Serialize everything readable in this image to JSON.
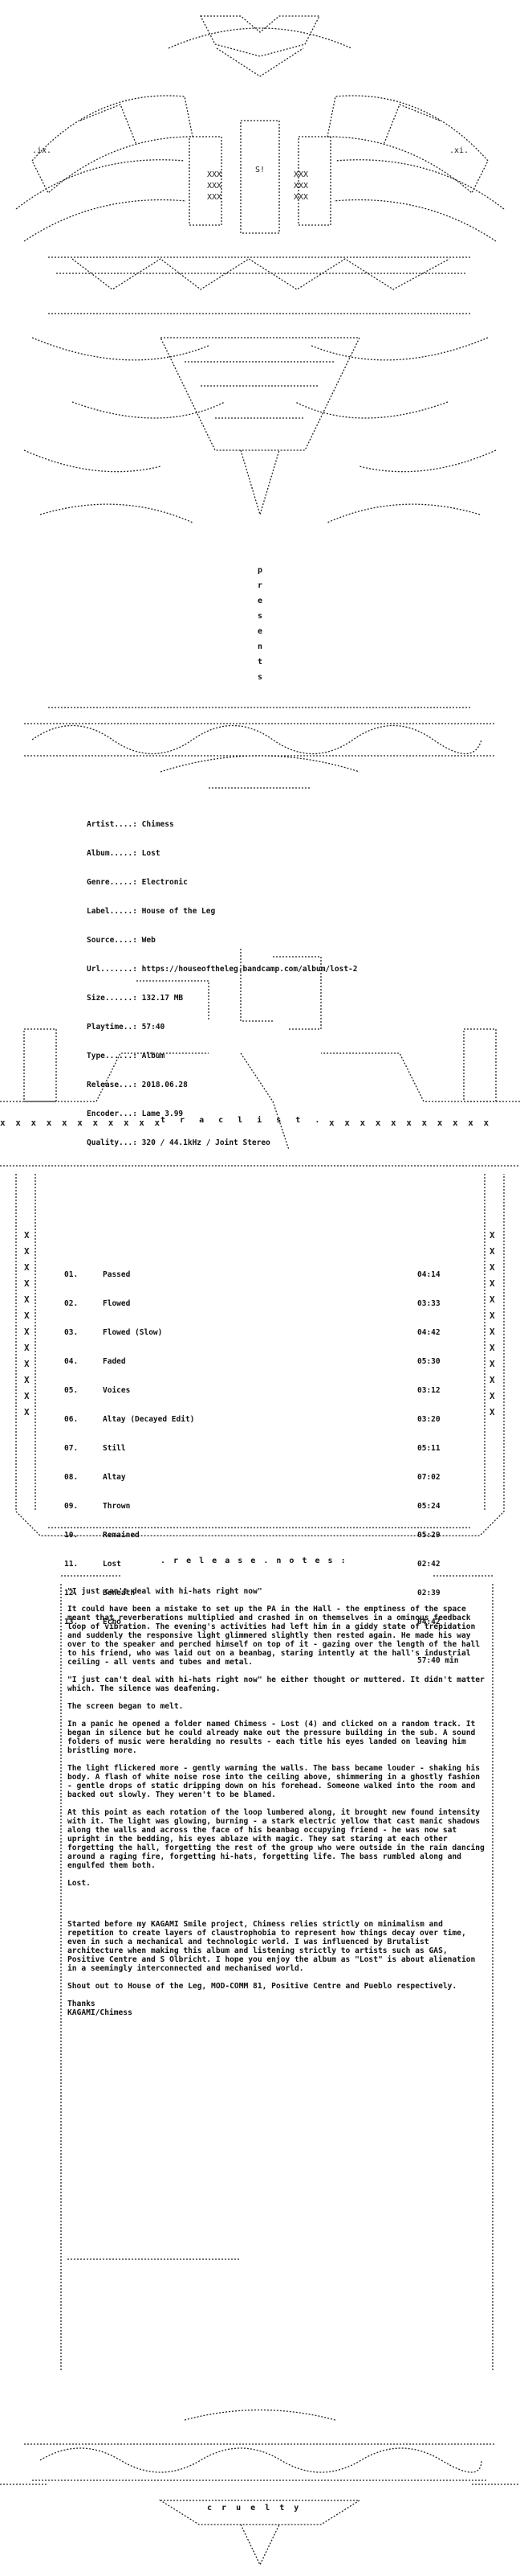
{
  "presents_letters": [
    "p",
    "r",
    "e",
    "s",
    "e",
    "n",
    "t",
    "s"
  ],
  "info": [
    {
      "label": "Artist....:",
      "value": "Chimess"
    },
    {
      "label": "Album.....:",
      "value": "Lost"
    },
    {
      "label": "Genre.....:",
      "value": "Electronic"
    },
    {
      "label": "Label.....:",
      "value": "House of the Leg"
    },
    {
      "label": "Source....:",
      "value": "Web"
    },
    {
      "label": "Url.......:",
      "value": "https://houseoftheleg.bandcamp.com/album/lost-2"
    },
    {
      "label": "Size......:",
      "value": "132.17 MB"
    },
    {
      "label": "Playtime..:",
      "value": "57:40"
    },
    {
      "label": "Type......:",
      "value": "Album"
    },
    {
      "label": "Release...:",
      "value": "2018.06.28"
    },
    {
      "label": "Encoder...:",
      "value": "Lame 3.99"
    },
    {
      "label": "Quality...:",
      "value": "320 / 44.1kHz / Joint Stereo"
    }
  ],
  "tracklist_caption": "t r a c   l i s t .",
  "tracks": [
    {
      "num": "01.",
      "title": "Passed",
      "time": "04:14"
    },
    {
      "num": "02.",
      "title": "Flowed",
      "time": "03:33"
    },
    {
      "num": "03.",
      "title": "Flowed (Slow)",
      "time": "04:42"
    },
    {
      "num": "04.",
      "title": "Faded",
      "time": "05:30"
    },
    {
      "num": "05.",
      "title": "Voices",
      "time": "03:12"
    },
    {
      "num": "06.",
      "title": "Altay (Decayed Edit)",
      "time": "03:20"
    },
    {
      "num": "07.",
      "title": "Still",
      "time": "05:11"
    },
    {
      "num": "08.",
      "title": "Altay",
      "time": "07:02"
    },
    {
      "num": "09.",
      "title": "Thrown",
      "time": "05:24"
    },
    {
      "num": "10.",
      "title": "Remained",
      "time": "05:29"
    },
    {
      "num": "11.",
      "title": "Lost",
      "time": "02:42"
    },
    {
      "num": "12.",
      "title": "Beneath",
      "time": "02:39"
    },
    {
      "num": "13.",
      "title": "Echo",
      "time": "04:42"
    }
  ],
  "total_time": "57:40 min",
  "notes_caption": ". r e l e a s e . n o t e s :",
  "notes": [
    "\"I just can't deal with hi-hats right now\"",
    "It could have been a mistake to set up the PA in the Hall - the emptiness of the space meant that reverberations multiplied and crashed in on themselves in a ominous feedback loop of vibration. The evening's activities had left him in a giddy state of trepidation and suddenly the responsive light glimmered slightly then rested again. He made his way over to the speaker and perched himself on top of it - gazing over the length of the hall to his friend, who was laid out on a beanbag, staring intently at the hall's industrial ceiling - all vents and tubes and metal.",
    "\"I just can't deal with hi-hats right now\" he either thought or muttered. It didn't matter which. The silence was deafening.",
    "The screen began to melt.",
    "In a panic he opened a folder named Chimess - Lost (4) and clicked on a random track. It began in silence but he could already make out the pressure building in the sub. A sound folders of music were heralding no results - each title his eyes landed on leaving him bristling more.",
    "The light flickered more - gently warming the walls. The bass became louder - shaking his body. A flash of white noise rose into the ceiling above, shimmering in a ghostly fashion - gentle drops of static dripping down on his forehead. Someone walked into the room and backed out slowly. They weren't to be blamed.",
    "At this point as each rotation of the loop lumbered along, it brought new found intensity with it. The light was glowing, burning - a stark electric yellow that cast manic shadows along the walls and across the face of his beanbag occupying friend - he was now sat upright in the bedding, his eyes ablaze with magic. They sat staring at each other forgetting the hall, forgetting the rest of the group who were outside in the rain dancing around a raging fire, forgetting hi-hats, forgetting life. The bass rumbled along and engulfed them both.",
    "Lost.",
    "Started before my KAGAMI Smile project, Chimess relies strictly on minimalism and repetition to create layers of claustrophobia to represent how things decay over time, even in such a mechanical and technologic world. I was influenced by Brutalist architecture when making this album and listening strictly to artists such as GAS, Positive Centre and S Olbricht. I hope you enjoy the album as \"Lost\" is about alienation in a seemingly interconnected and mechanised world.",
    "Shout out to House of the Leg, MOD-COMM 81, Positive Centre and Pueblo respectively.",
    "Thanks\nKAGAMI/Chimess"
  ],
  "footer_caption": "c r u e l t y"
}
